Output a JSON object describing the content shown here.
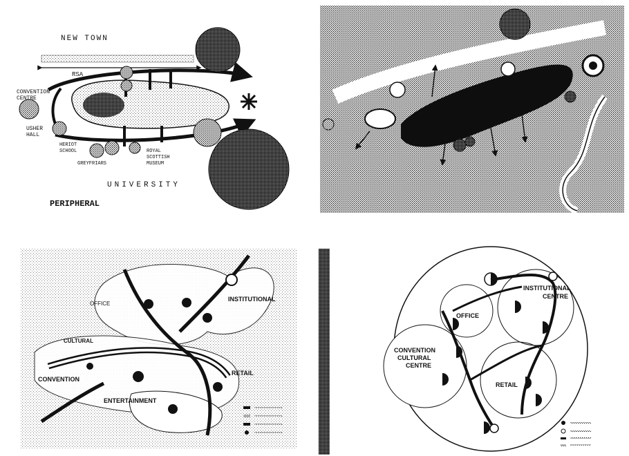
{
  "panel1": {
    "new_town": "NEW TOWN",
    "rsa": "RSA",
    "convention_centre": [
      "CONVENTION",
      "CENTRE"
    ],
    "usher_hall": [
      "USHER",
      "HALL"
    ],
    "heriot_school": [
      "HERIOT",
      "SCHOOL"
    ],
    "greyfriars": "GREYFRIARS",
    "royal_scottish_museum": [
      "ROYAL",
      "SCOTTISH",
      "MUSEUM"
    ],
    "university": "UNIVERSITY",
    "peripheral": "PERIPHERAL"
  },
  "panel3": {
    "institutional": "INSTITUTIONAL",
    "office": "OFFICE",
    "cultural": "CULTURAL",
    "convention": "CONVENTION",
    "retail": "RETAIL",
    "entertainment": "ENTERTAINMENT"
  },
  "panel4": {
    "institutional_centre": [
      "INSTITUTIONAL",
      "CENTRE"
    ],
    "office": "OFFICE",
    "convention_cultural_centre": [
      "CONVENTION",
      "CULTURAL",
      "CENTRE"
    ],
    "retail": "RETAIL"
  },
  "colors": {
    "ink": "#111111",
    "paper": "#ffffff"
  }
}
